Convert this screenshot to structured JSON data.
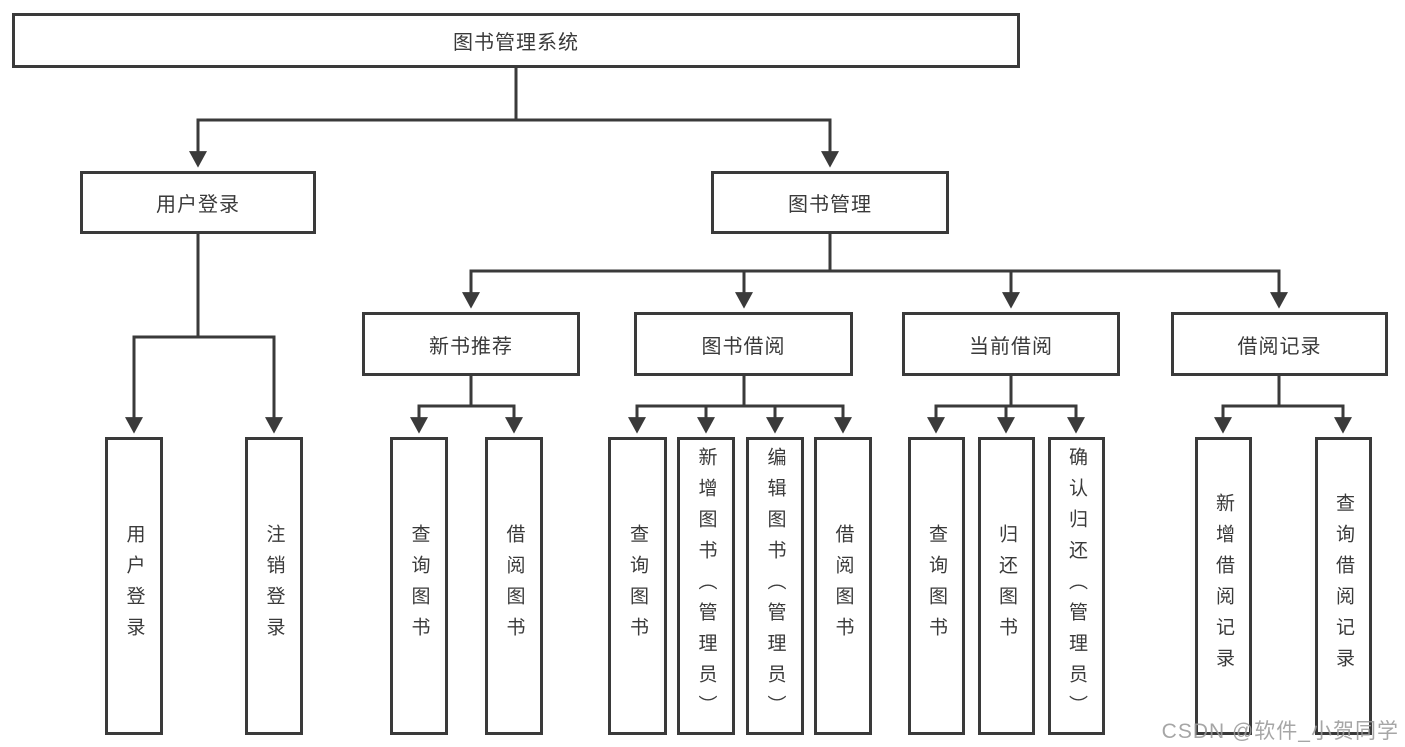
{
  "diagram": {
    "title": "图书管理系统",
    "type": "hierarchy-tree",
    "hierarchy": {
      "label": "图书管理系统",
      "children": [
        {
          "label": "用户登录",
          "children": [
            {
              "label": "用户登录"
            },
            {
              "label": "注销登录"
            }
          ]
        },
        {
          "label": "图书管理",
          "children": [
            {
              "label": "新书推荐",
              "children": [
                {
                  "label": "查询图书"
                },
                {
                  "label": "借阅图书"
                }
              ]
            },
            {
              "label": "图书借阅",
              "children": [
                {
                  "label": "查询图书"
                },
                {
                  "label": "新增图书（管理员）"
                },
                {
                  "label": "编辑图书（管理员）"
                },
                {
                  "label": "借阅图书"
                }
              ]
            },
            {
              "label": "当前借阅",
              "children": [
                {
                  "label": "查询图书"
                },
                {
                  "label": "归还图书"
                },
                {
                  "label": "确认归还（管理员）"
                }
              ]
            },
            {
              "label": "借阅记录",
              "children": [
                {
                  "label": "新增借阅记录"
                },
                {
                  "label": "查询借阅记录"
                }
              ]
            }
          ]
        }
      ]
    }
  },
  "nodes": {
    "root": "图书管理系统",
    "user_login_group": "用户登录",
    "book_mgmt": "图书管理",
    "user_login": "用户登录",
    "logout": "注销登录",
    "new_book_rec": "新书推荐",
    "book_borrow": "图书借阅",
    "current_borrow": "当前借阅",
    "borrow_records": "借阅记录",
    "nb_query": "查询图书",
    "nb_borrow": "借阅图书",
    "bb_query": "查询图书",
    "bb_add": "新增图书（管理员）",
    "bb_edit": "编辑图书（管理员）",
    "bb_borrow": "借阅图书",
    "cb_query": "查询图书",
    "cb_return": "归还图书",
    "cb_confirm": "确认归还（管理员）",
    "br_add": "新增借阅记录",
    "br_query": "查询借阅记录"
  },
  "watermark": {
    "text": "CSDN @软件_小贺同学"
  },
  "colors": {
    "line": "#3a3a3a",
    "background": "#ffffff",
    "box_fill": "#ffffff",
    "watermark": "#9a9a9a"
  }
}
